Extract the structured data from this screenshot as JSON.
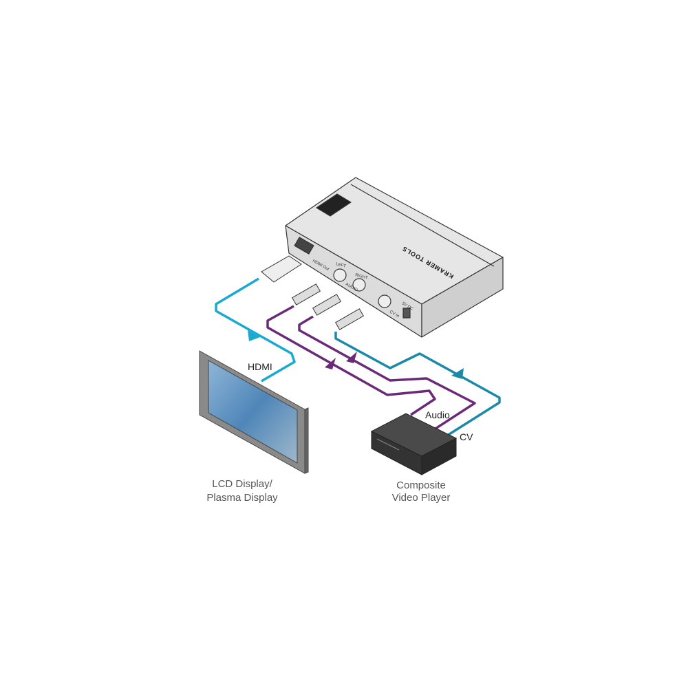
{
  "colors": {
    "hdmi": "#1aa9d0",
    "audio": "#6a2a78",
    "cv": "#1a8aa8",
    "device": "#e2e2e2"
  },
  "labels": {
    "hdmi": "HDMI",
    "audio": "Audio",
    "cv": "CV"
  },
  "display": {
    "line1": "LCD Display/",
    "line2": "Plasma Display"
  },
  "player": {
    "line1": "Composite",
    "line2": "Video Player"
  },
  "device": {
    "brand": "KRAMER TOOLS",
    "ports": {
      "hdmi_out": "HDMI Out",
      "left": "LEFT",
      "right": "RIGHT",
      "audio": "AUDIO",
      "cv_in": "CV In",
      "power": "5V DC"
    }
  }
}
